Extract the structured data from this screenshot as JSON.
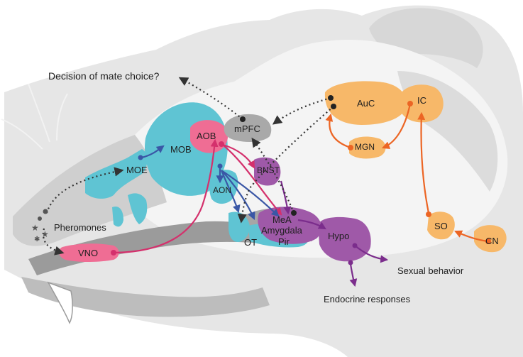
{
  "regions": {
    "auc": "AuC",
    "ic": "IC",
    "mpfc": "mPFC",
    "mgn": "MGN",
    "aob": "AOB",
    "mob": "MOB",
    "moe": "MOE",
    "bnst": "BNST",
    "aon": "AON",
    "mea": "MeA",
    "amygdala": "Amygdala",
    "hypo": "Hypo",
    "ot": "OT",
    "pir": "Pir",
    "so": "SO",
    "cn": "CN",
    "vno": "VNO"
  },
  "annotations": {
    "pheromones": "Pheromones",
    "decision": "Decision of mate choice?",
    "sexual_behavior": "Sexual behavior",
    "endocrine": "Endocrine responses"
  },
  "colors": {
    "head_outer": "#e6e6e6",
    "head_inner": "#cfcfcf",
    "skull_dark": "#9b9b9b",
    "cyan": "#5fc4d3",
    "pink": "#ef6d94",
    "orange": "#f7b869",
    "purple": "#9f59a8",
    "gray_region": "#a9a9a9",
    "arrow_pink": "#d4306c",
    "arrow_blue": "#3a57a6",
    "arrow_orange": "#ec6524",
    "arrow_purple": "#7b2d8c",
    "arrow_dotted": "#333333"
  }
}
